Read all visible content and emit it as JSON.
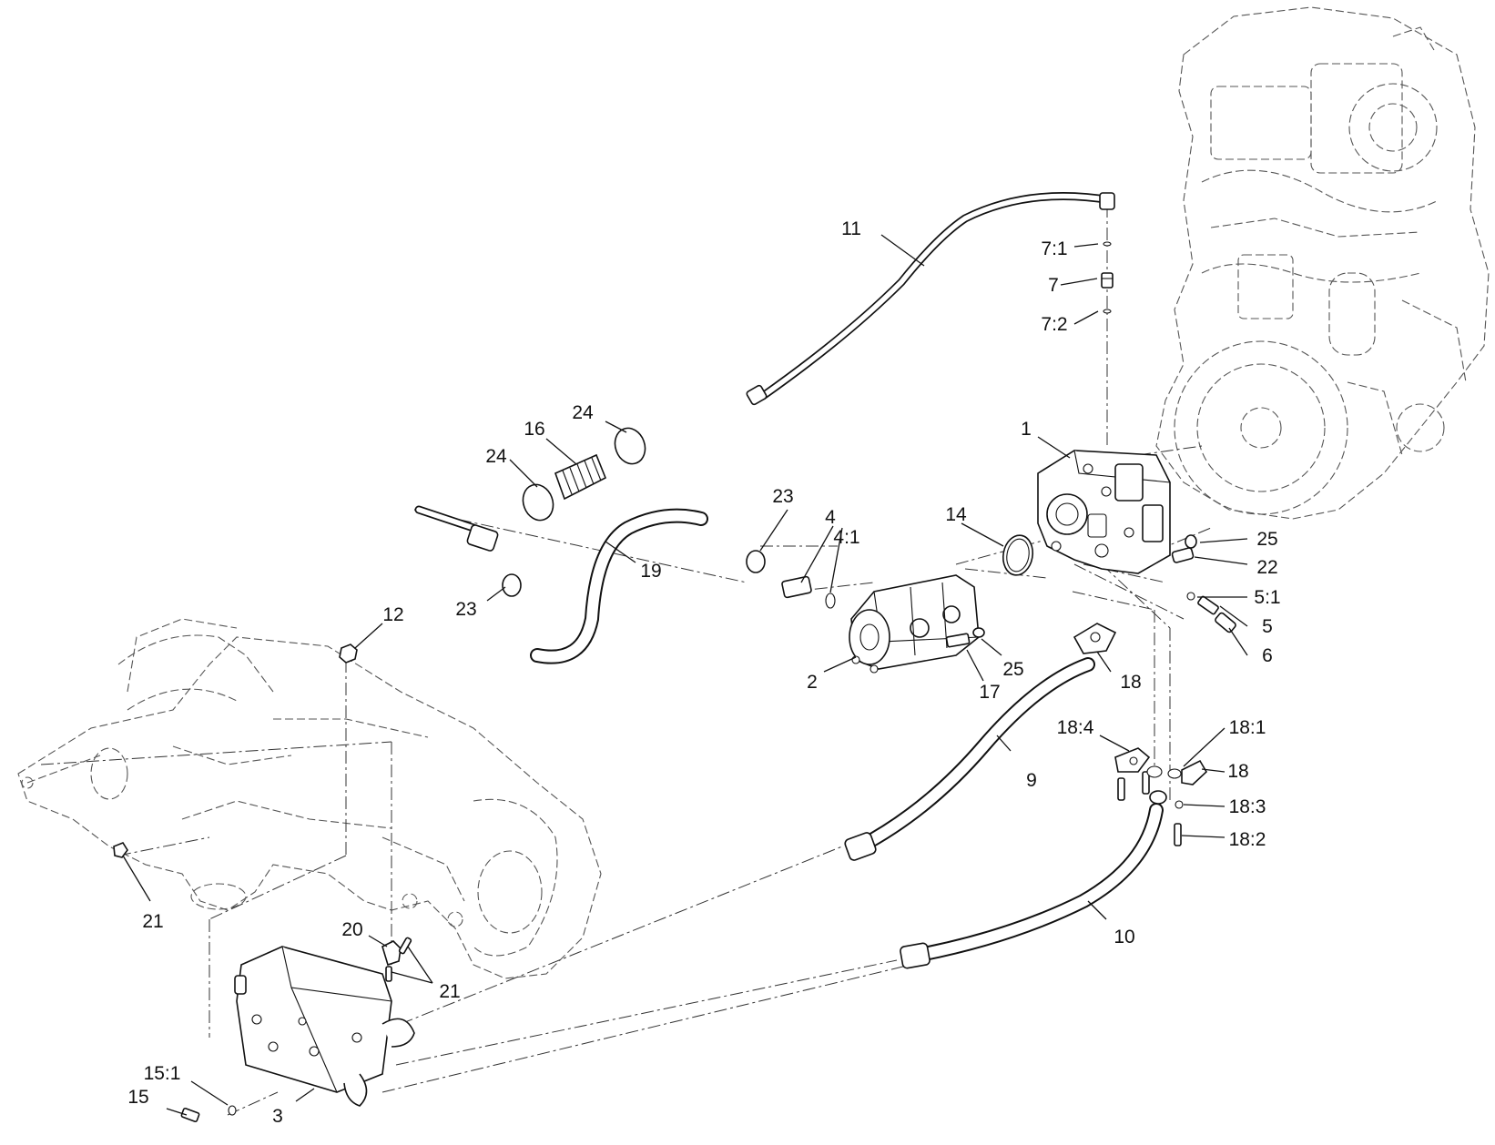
{
  "callouts": [
    {
      "id": "c1",
      "text": "1"
    },
    {
      "id": "c2",
      "text": "2"
    },
    {
      "id": "c3",
      "text": "3"
    },
    {
      "id": "c4",
      "text": "4"
    },
    {
      "id": "c4_1",
      "text": "4:1"
    },
    {
      "id": "c5",
      "text": "5"
    },
    {
      "id": "c5_1",
      "text": "5:1"
    },
    {
      "id": "c6",
      "text": "6"
    },
    {
      "id": "c7",
      "text": "7"
    },
    {
      "id": "c7_1",
      "text": "7:1"
    },
    {
      "id": "c7_2",
      "text": "7:2"
    },
    {
      "id": "c9",
      "text": "9"
    },
    {
      "id": "c10",
      "text": "10"
    },
    {
      "id": "c11",
      "text": "11"
    },
    {
      "id": "c12",
      "text": "12"
    },
    {
      "id": "c14",
      "text": "14"
    },
    {
      "id": "c15",
      "text": "15"
    },
    {
      "id": "c15_1",
      "text": "15:1"
    },
    {
      "id": "c16",
      "text": "16"
    },
    {
      "id": "c17",
      "text": "17"
    },
    {
      "id": "c18a",
      "text": "18"
    },
    {
      "id": "c18b",
      "text": "18"
    },
    {
      "id": "c18_1",
      "text": "18:1"
    },
    {
      "id": "c18_2",
      "text": "18:2"
    },
    {
      "id": "c18_3",
      "text": "18:3"
    },
    {
      "id": "c18_4",
      "text": "18:4"
    },
    {
      "id": "c19",
      "text": "19"
    },
    {
      "id": "c20",
      "text": "20"
    },
    {
      "id": "c21a",
      "text": "21"
    },
    {
      "id": "c21b",
      "text": "21"
    },
    {
      "id": "c22",
      "text": "22"
    },
    {
      "id": "c23a",
      "text": "23"
    },
    {
      "id": "c23b",
      "text": "23"
    },
    {
      "id": "c24a",
      "text": "24"
    },
    {
      "id": "c24b",
      "text": "24"
    },
    {
      "id": "c25a",
      "text": "25"
    },
    {
      "id": "c25b",
      "text": "25"
    }
  ]
}
